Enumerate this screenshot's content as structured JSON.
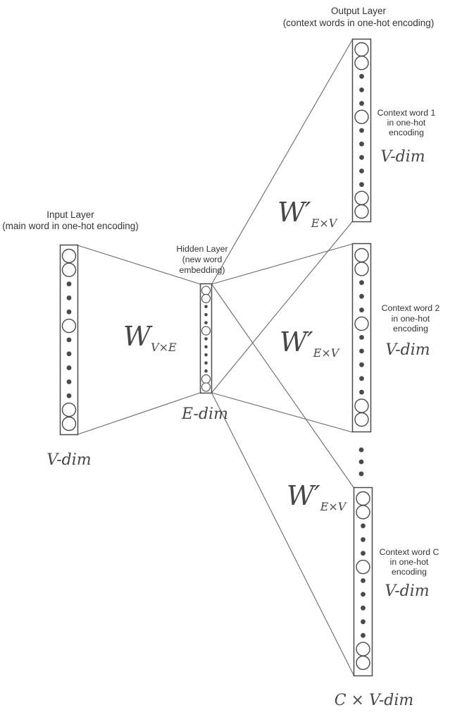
{
  "colors": {
    "background": "#ffffff",
    "line": "#6a6a6a",
    "shape": "#4a4a4a",
    "text": "#333333",
    "math": "#474747"
  },
  "node_pattern": [
    "ring",
    "ring",
    "dot",
    "dot",
    "dot",
    "ring",
    "dot",
    "dot",
    "dot",
    "dot",
    "dot",
    "ring",
    "ring"
  ],
  "labels": {
    "output_layer": {
      "lines": [
        "Output Layer",
        "(context words in one-hot encoding)"
      ]
    },
    "input_layer": {
      "lines": [
        "Input Layer",
        "(main word in one-hot encoding)"
      ]
    },
    "hidden_layer": {
      "lines": [
        "Hidden Layer",
        "(new word",
        "embedding)"
      ]
    },
    "context1": {
      "lines": [
        "Context word 1",
        "in one-hot",
        "encoding"
      ],
      "dim": "V-dim"
    },
    "context2": {
      "lines": [
        "Context word 2",
        "in one-hot",
        "encoding"
      ],
      "dim": "V-dim"
    },
    "context3": {
      "lines": [
        "Context word C",
        "in one-hot",
        "encoding"
      ],
      "dim": "V-dim"
    },
    "input_dim": "V-dim",
    "hidden_dim": "E-dim",
    "output_total_dim": "C × V-dim",
    "w_input": {
      "base": "W",
      "sub": "V×E"
    },
    "w_output": {
      "base": "W′",
      "sub": "E×V"
    }
  }
}
